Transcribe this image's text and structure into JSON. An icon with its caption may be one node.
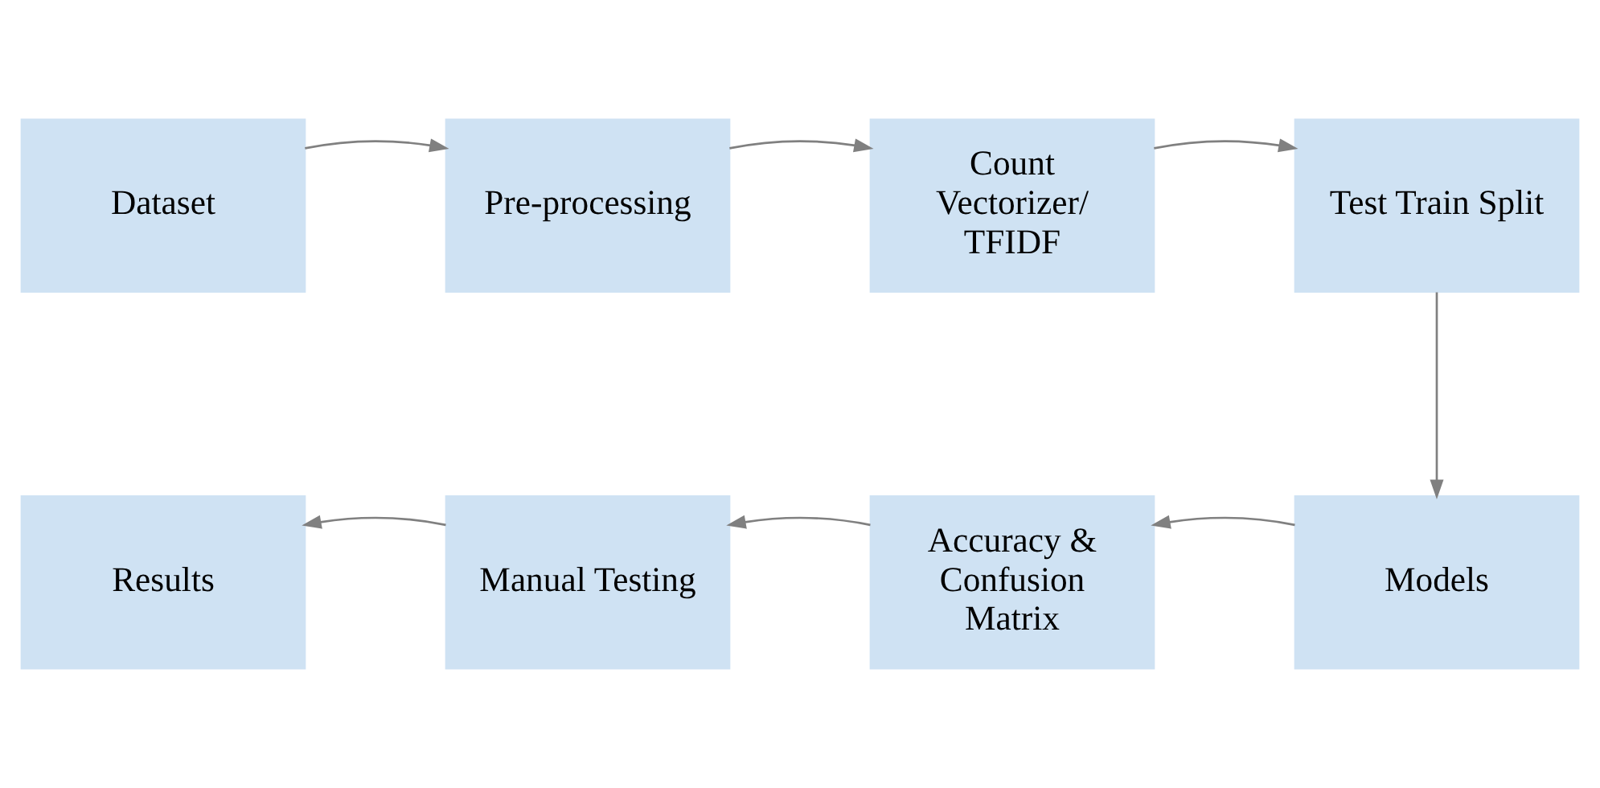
{
  "diagram": {
    "nodes": [
      {
        "text": [
          "Dataset"
        ]
      },
      {
        "text": [
          "Pre-processing"
        ]
      },
      {
        "text": [
          "Count Vectorizer/ TFIDF"
        ]
      },
      {
        "text": [
          "Test Train Split"
        ]
      },
      {
        "text": [
          "Models"
        ]
      },
      {
        "text": [
          "Accuracy & Confusion Matrix"
        ]
      },
      {
        "text": [
          "Manual Testing"
        ]
      },
      {
        "text": [
          "Results"
        ]
      }
    ],
    "edges": [
      {
        "from": 0,
        "to": 1,
        "arrow": "to"
      },
      {
        "from": 1,
        "to": 2,
        "arrow": "to"
      },
      {
        "from": 2,
        "to": 3,
        "arrow": "to"
      },
      {
        "from": 3,
        "to": 4,
        "arrow": "to"
      },
      {
        "from": 4,
        "to": 5,
        "arrow": "to"
      },
      {
        "from": 5,
        "to": 6,
        "arrow": "to"
      },
      {
        "from": 6,
        "to": 7,
        "arrow": "to"
      }
    ]
  }
}
